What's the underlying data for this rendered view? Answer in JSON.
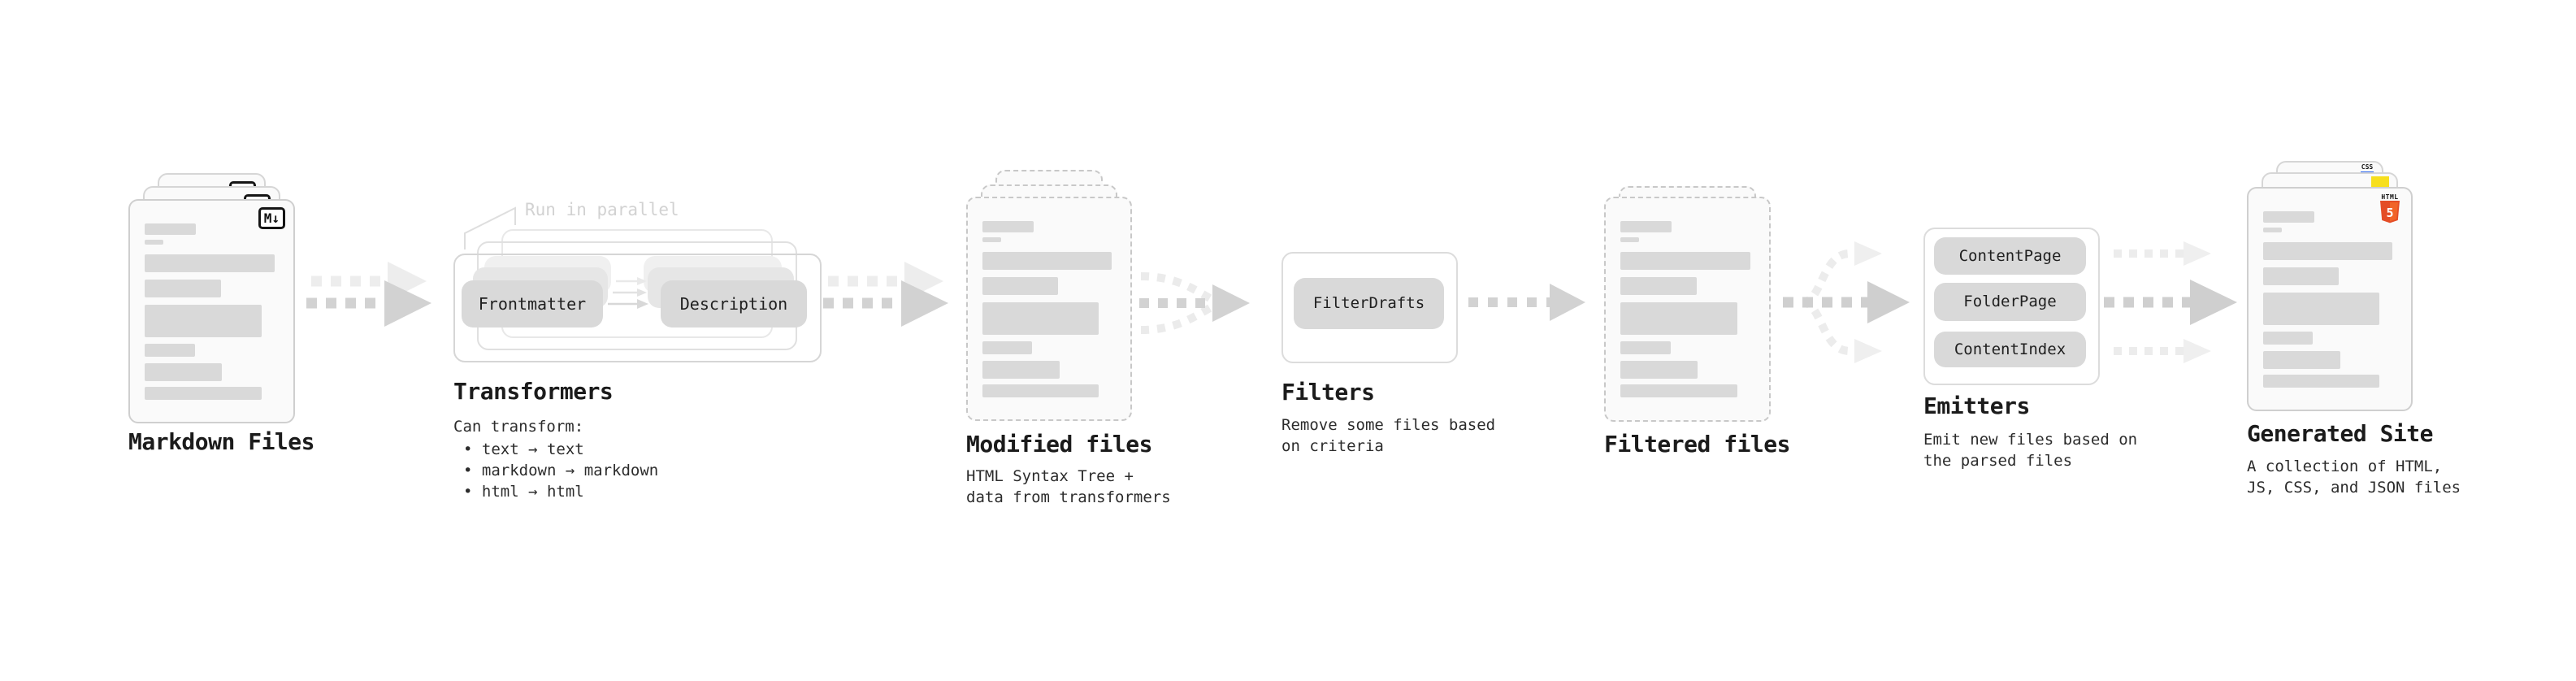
{
  "markdown": {
    "title": "Markdown Files",
    "badge": "M↓"
  },
  "transformers": {
    "note": "Run in parallel",
    "pill_left": "Frontmatter",
    "pill_right": "Description",
    "title": "Transformers",
    "desc_heading": "Can transform:",
    "bullets": [
      "• text → text",
      "• markdown → markdown",
      "• html → html"
    ]
  },
  "modified": {
    "title": "Modified files",
    "subtitle": "HTML Syntax Tree +\ndata from transformers"
  },
  "filters": {
    "pill": "FilterDrafts",
    "title": "Filters",
    "subtitle": "Remove some files based\non criteria"
  },
  "filtered": {
    "title": "Filtered files"
  },
  "emitters": {
    "pills": [
      "ContentPage",
      "FolderPage",
      "ContentIndex"
    ],
    "title": "Emitters",
    "subtitle": "Emit new files based on\nthe parsed files"
  },
  "generated": {
    "title": "Generated Site",
    "subtitle": "A collection of HTML,\nJS, CSS, and JSON files",
    "css_badge": "CSS",
    "html_badge": "HTML",
    "html_number": "5"
  },
  "colors": {
    "card_fill": "#fafafa",
    "card_border": "#cfcfcf",
    "bar_fill": "#d9d9d9",
    "pill_fill": "#d9d9d9",
    "arrow_main": "#d2d2d2",
    "arrow_light": "#ececec",
    "css_blue": "#2965f1",
    "js_yellow": "#f7df1e",
    "html_orange": "#e44d26"
  }
}
